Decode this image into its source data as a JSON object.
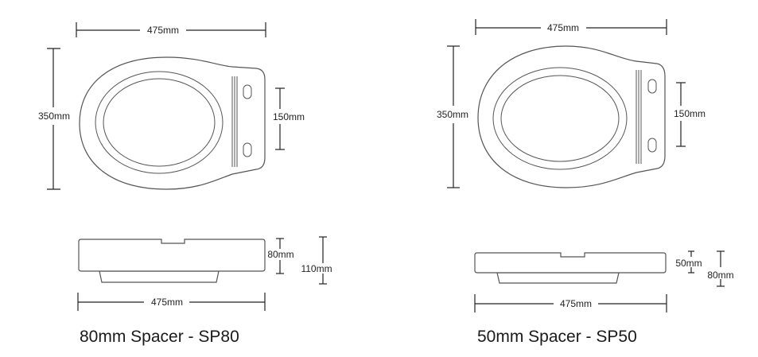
{
  "left_spacer": {
    "caption": "80mm Spacer - SP80",
    "top_width": "475mm",
    "top_depth": "350mm",
    "hole_spacing": "150mm",
    "side_height_small": "80mm",
    "side_height_total": "110mm",
    "side_width": "475mm"
  },
  "right_spacer": {
    "caption": "50mm Spacer - SP50",
    "top_width": "475mm",
    "top_depth": "350mm",
    "hole_spacing": "150mm",
    "side_height_small": "50mm",
    "side_height_total": "80mm",
    "side_width": "475mm"
  }
}
